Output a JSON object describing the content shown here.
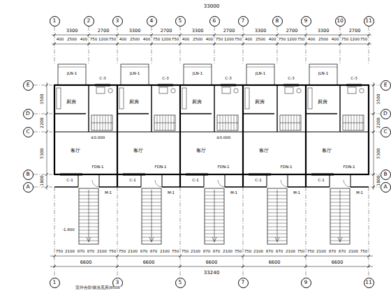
{
  "diagram": {
    "nodes": [
      {
        "text": [
          "1"
        ]
      },
      {
        "text": [
          "2"
        ]
      },
      {
        "text": [
          "3"
        ]
      },
      {
        "text": [
          "4"
        ]
      },
      {
        "text": [
          "5"
        ]
      },
      {
        "text": [
          "6"
        ]
      },
      {
        "text": [
          "7"
        ]
      },
      {
        "text": [
          "8"
        ]
      },
      {
        "text": [
          "9"
        ]
      },
      {
        "text": [
          "10"
        ]
      },
      {
        "text": [
          "11"
        ]
      },
      {
        "text": [
          "E"
        ]
      },
      {
        "text": [
          "D"
        ]
      },
      {
        "text": [
          "C"
        ]
      },
      {
        "text": [
          "B"
        ]
      },
      {
        "text": [
          "A"
        ]
      },
      {
        "text": [
          "E"
        ]
      },
      {
        "text": [
          "D"
        ]
      },
      {
        "text": [
          "C"
        ]
      },
      {
        "text": [
          "B"
        ]
      },
      {
        "text": [
          "A"
        ]
      },
      {
        "text": [
          "1"
        ]
      },
      {
        "text": [
          "3"
        ]
      },
      {
        "text": [
          "5"
        ]
      },
      {
        "text": [
          "7"
        ]
      },
      {
        "text": [
          "9"
        ]
      },
      {
        "text": [
          "11"
        ]
      }
    ],
    "labels": [
      "3300",
      "2700",
      "3300",
      "2700",
      "3300",
      "2700",
      "3300",
      "2700",
      "3300",
      "2700",
      "33000",
      "400",
      "2500",
      "400",
      "750",
      "1200",
      "750",
      "400",
      "2500",
      "400",
      "750",
      "1200",
      "750",
      "400",
      "2500",
      "400",
      "750",
      "1200",
      "750",
      "400",
      "2500",
      "400",
      "750",
      "1200",
      "750",
      "400",
      "2500",
      "400",
      "750",
      "1200",
      "750",
      "厨房",
      "厨房",
      "厨房",
      "厨房",
      "厨房",
      "客厅",
      "客厅",
      "客厅",
      "客厅",
      "客厅",
      "C-3",
      "C-3",
      "C-3",
      "C-3",
      "C-3",
      "JLN-1",
      "JLN-1",
      "JLN-1",
      "JLN-1",
      "JLN-1",
      "C-1",
      "C-1",
      "C-1",
      "C-1",
      "C-1",
      "M-1",
      "M-1",
      "M-1",
      "M-1",
      "M-1",
      "FDN-1",
      "FDN-1",
      "FDN-1",
      "FDN-1",
      "FDN-1",
      "±0.000",
      "±0.000",
      "-1.800",
      "6600",
      "6600",
      "6600",
      "6600",
      "6600",
      "33240",
      "750",
      "2100",
      "870",
      "870",
      "2100",
      "750",
      "750",
      "2100",
      "870",
      "870",
      "2100",
      "750",
      "750",
      "2100",
      "870",
      "870",
      "2100",
      "750",
      "750",
      "2100",
      "870",
      "870",
      "2100",
      "750",
      "750",
      "2100",
      "870",
      "870",
      "2100",
      "750",
      "3500",
      "2200",
      "5300",
      "1800",
      "3500",
      "2200",
      "5300",
      "1800",
      "室外台阶做法见苏J9508"
    ]
  }
}
